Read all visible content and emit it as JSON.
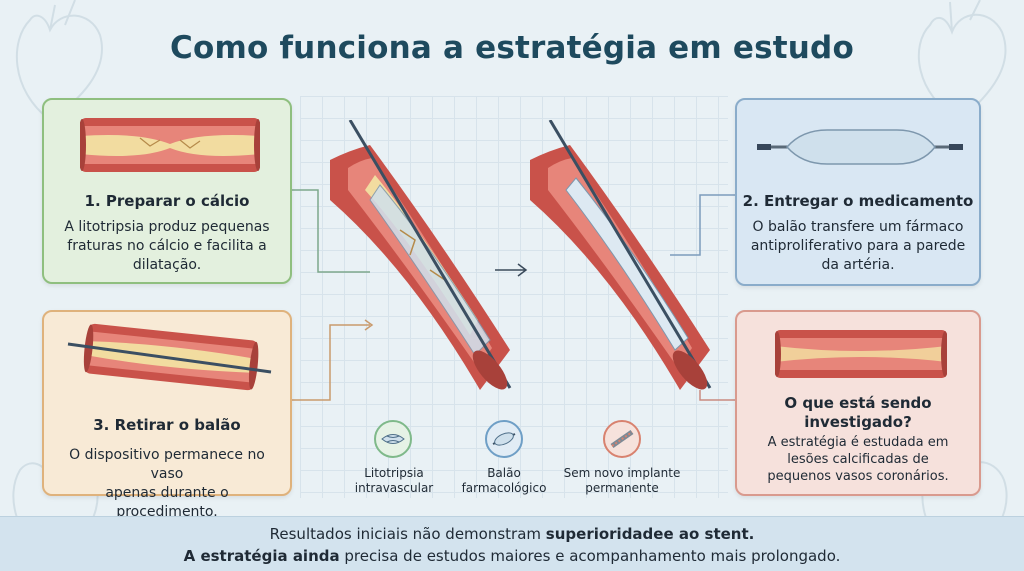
{
  "title": "Como funciona a estratégia em estudo",
  "steps": {
    "prepare": {
      "title": "1. Preparar o cálcio",
      "desc": [
        "A litotripsia produz pequenas",
        "fraturas no cálcio e facilita a",
        "dilatação."
      ]
    },
    "deliver": {
      "title": "2. Entregar o medicamento",
      "desc": [
        "O balão transfere um fármaco",
        "antiproliferativo para a parede",
        "da artéria."
      ]
    },
    "remove": {
      "title": "3. Retirar o balão",
      "desc": [
        "O dispositivo permanece no vaso",
        "apenas durante o procedimento."
      ]
    },
    "investigated": {
      "title": [
        "O que está sendo",
        "investigado?"
      ],
      "desc": [
        "A estratégia é estudada em",
        "lesões calcificadas de",
        "pequenos vasos coronários."
      ]
    }
  },
  "icons": {
    "litho": {
      "label": [
        "Litotripsia",
        "intravascular"
      ],
      "color": "#7fb98a"
    },
    "balloon": {
      "label": [
        "Balão",
        "farmacológico"
      ],
      "color": "#6f9fc6"
    },
    "nostent": {
      "label": [
        "Sem novo implante",
        "permanente"
      ],
      "color": "#d8826f"
    }
  },
  "footer": {
    "line1_normal": "Resultados iniciais não demonstram ",
    "line1_bold": "superioridadee ao stent.",
    "line2_bold": "A estratégia ainda",
    "line2_normal": " precisa de estudos maiores e acompanhamento mais prolongado."
  },
  "colors": {
    "vessel_outer": "#c9524a",
    "vessel_inner": "#e7857a",
    "plaque": "#f2dca0",
    "balloon": "#cfe0ec"
  }
}
